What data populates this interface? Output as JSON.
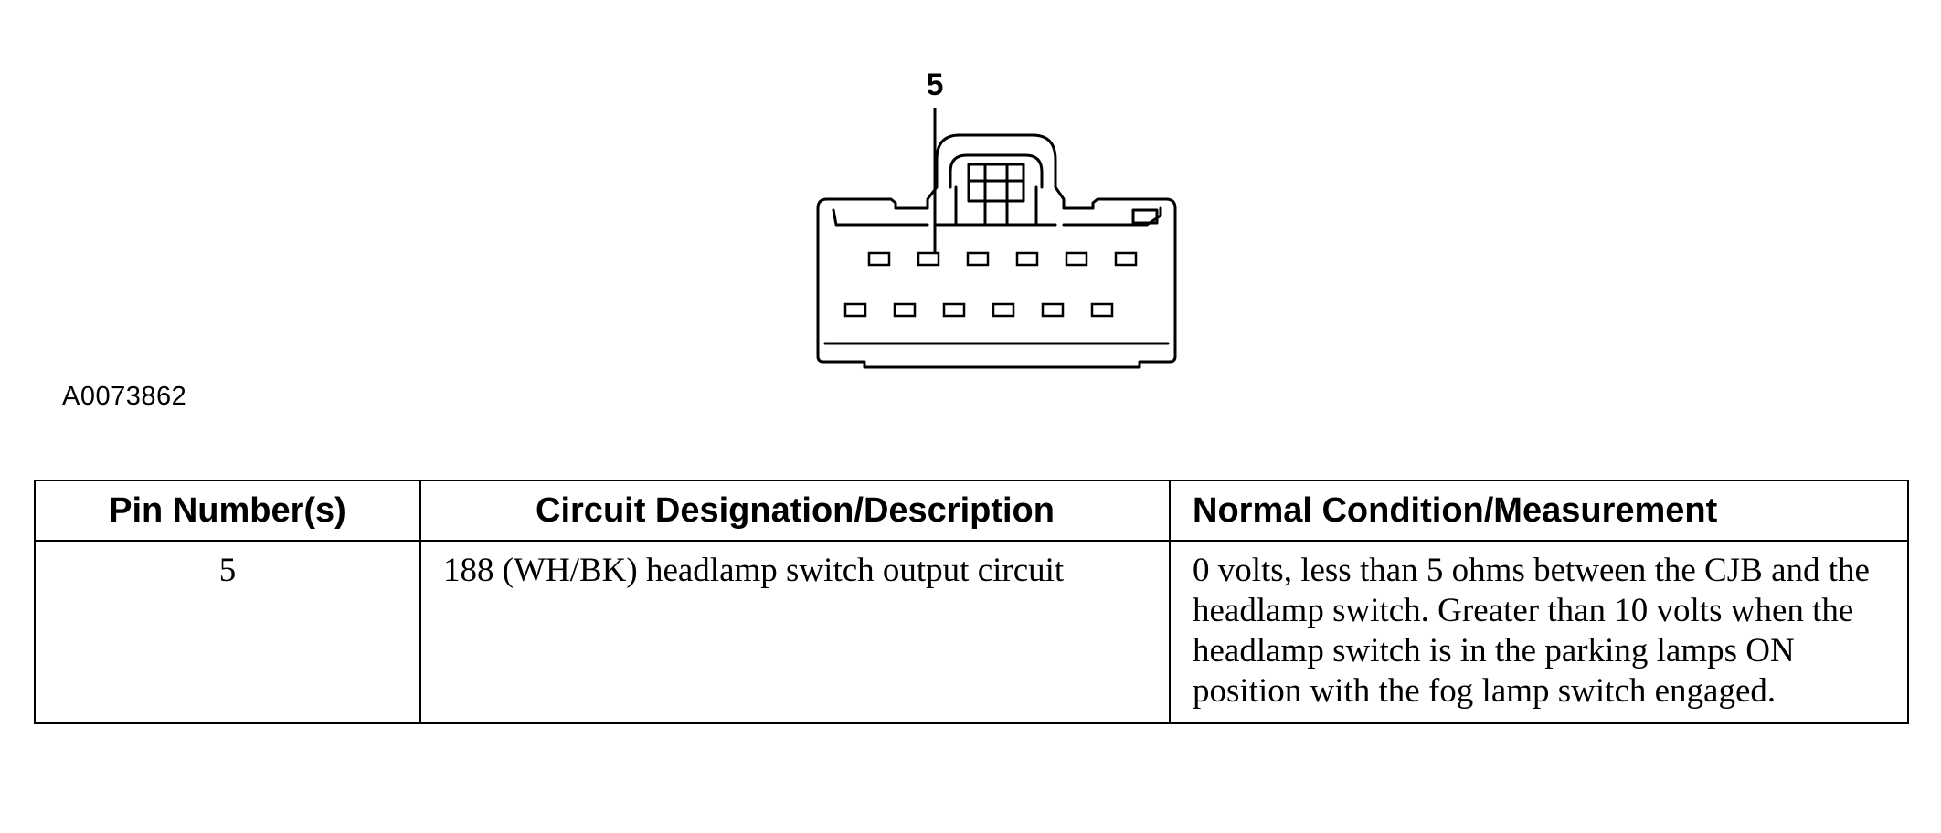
{
  "diagram": {
    "callout_label": "5",
    "figure_id": "A0073862",
    "pin_rows": [
      6,
      6
    ],
    "highlighted_pin": {
      "row": 1,
      "index": 2
    }
  },
  "table": {
    "headers": [
      "Pin Number(s)",
      "Circuit Designation/Description",
      "Normal Condition/Measurement"
    ],
    "rows": [
      {
        "pin": "5",
        "circuit": "188 (WH/BK) headlamp switch output circuit",
        "normal": "0 volts, less than 5 ohms between the CJB and the headlamp switch. Greater than 10 volts when the headlamp switch is in the parking lamps ON position with the fog lamp switch engaged."
      }
    ]
  }
}
